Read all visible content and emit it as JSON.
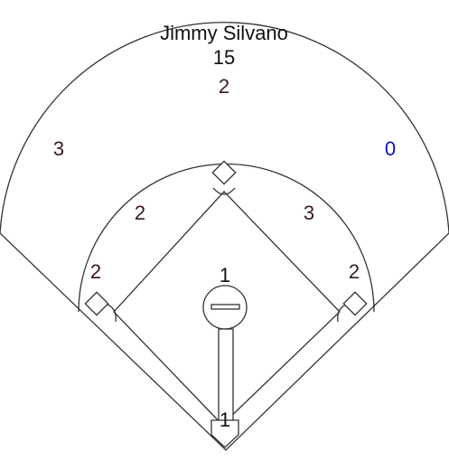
{
  "player": {
    "name": "Jimmy Silvano",
    "number": "15"
  },
  "counts": {
    "center_field": "2",
    "left_field": "3",
    "right_field": "0",
    "left_center_infield": "2",
    "right_center_infield": "3",
    "third_base_area": "2",
    "first_base_area": "2",
    "pitcher": "1",
    "catcher": "1"
  },
  "colors": {
    "line": "#333333",
    "count_text": "#3a1a1a",
    "zero_count_text": "#1010c0",
    "name_text": "#111111",
    "background": "#ffffff"
  }
}
